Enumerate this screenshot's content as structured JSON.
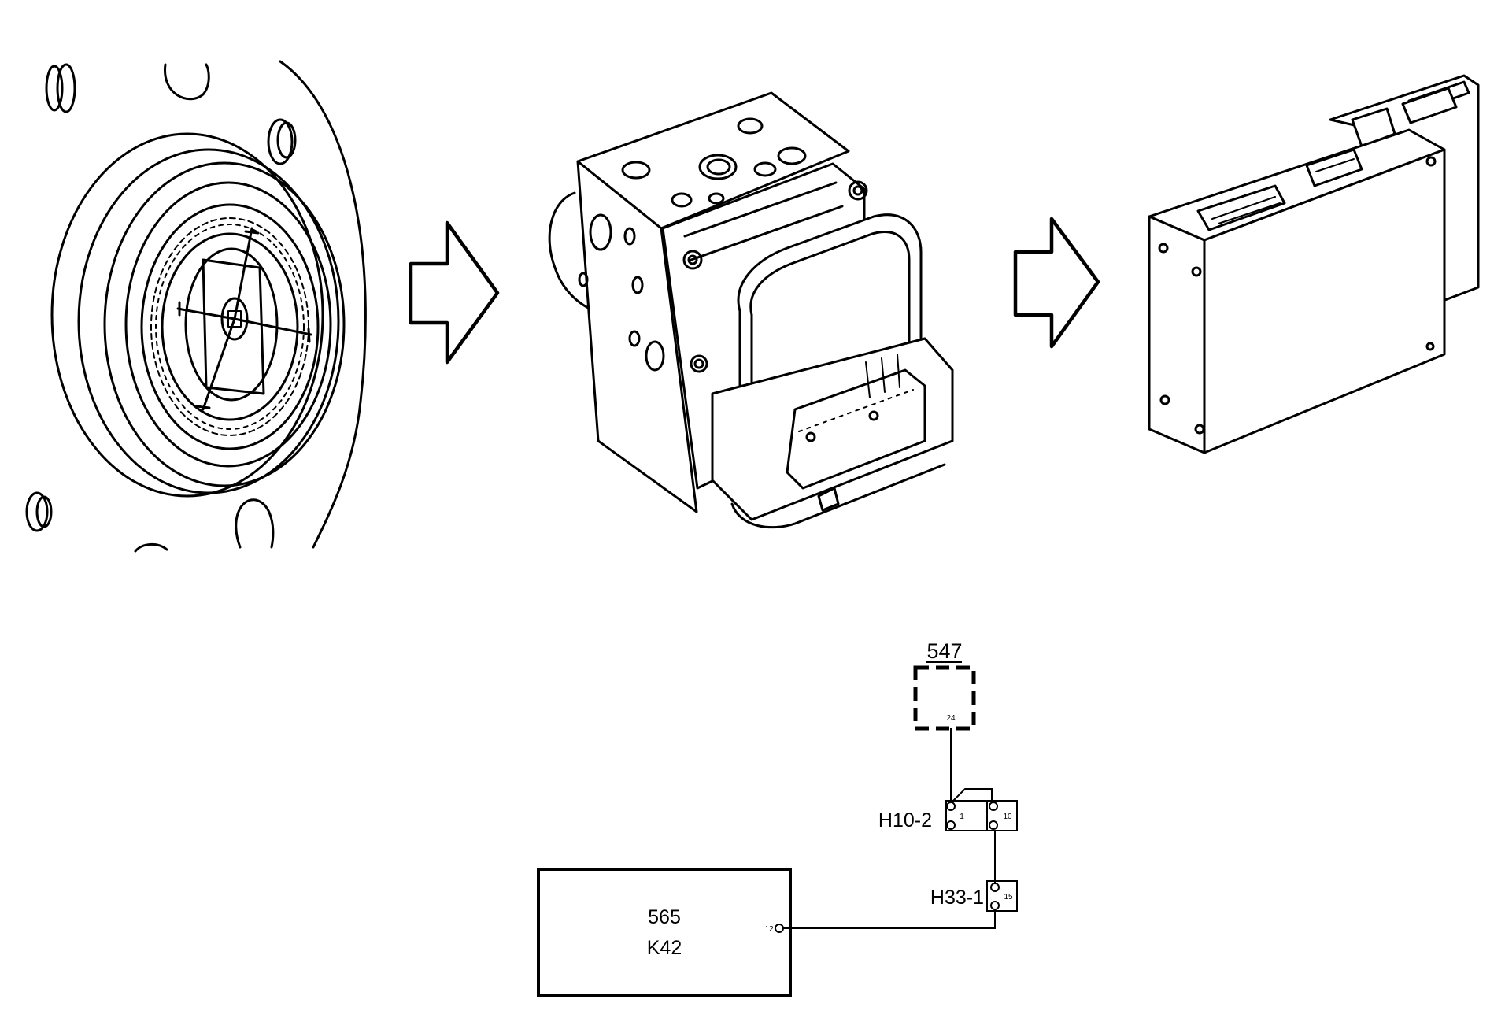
{
  "illustrations": {
    "first": "wheel-speed-sensor-ring",
    "second": "abs-hydraulic-unit",
    "third": "abs-control-module",
    "arrows": [
      "arrow-right-icon",
      "arrow-right-icon"
    ]
  },
  "schematic": {
    "component_547": {
      "label": "547",
      "pin": "24"
    },
    "connector_h10_2": {
      "label": "H10-2",
      "pin_left": "1",
      "pin_right": "10"
    },
    "connector_h33_1": {
      "label": "H33-1",
      "pin": "15"
    },
    "module_565": {
      "line1": "565",
      "line2": "K42",
      "pin": "12"
    }
  }
}
